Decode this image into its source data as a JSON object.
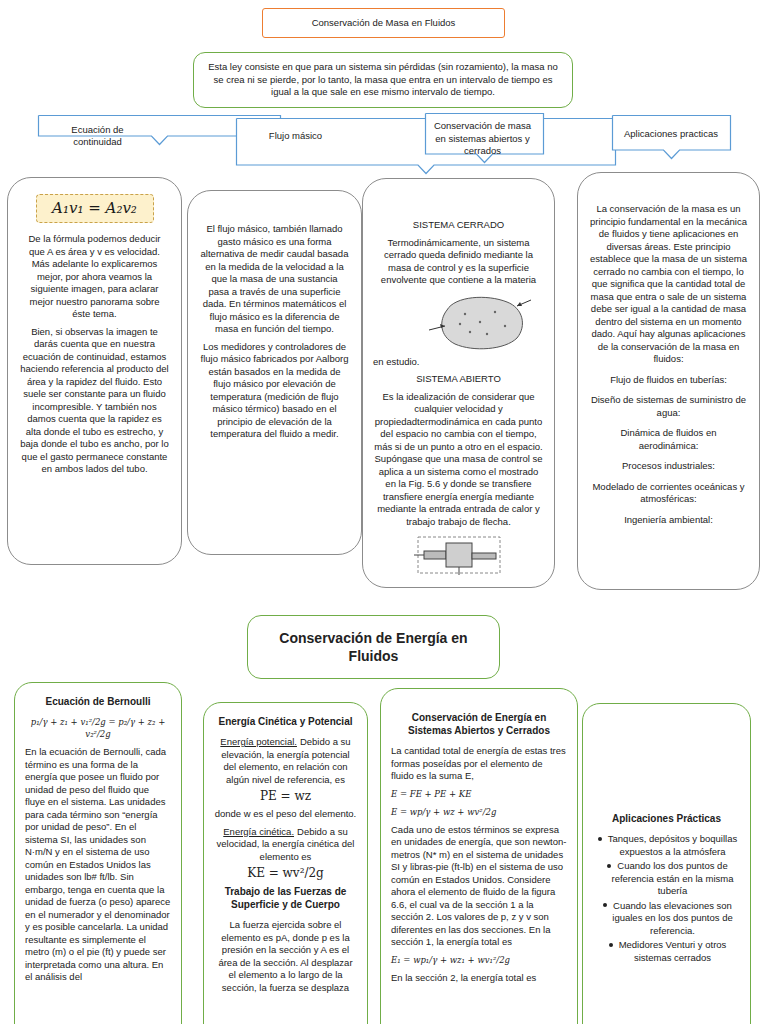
{
  "diagram": {
    "nodes": [
      {
        "text": [
          "Conservación de Masa en Fluidos"
        ]
      },
      {
        "text": [
          "Esta ley consiste en que para un sistema sin pérdidas (sin rozamiento), la masa no se crea ni se pierde, por lo tanto, la masa que entra en un intervalo de tiempo es igual a la que sale en ese mismo intervalo de tiempo."
        ]
      },
      {
        "text": [
          "Ecuación de continuidad"
        ]
      },
      {
        "text": [
          "Flujo másico"
        ]
      },
      {
        "text": [
          "Conservación de masa en sistemas abiertos y cerrados"
        ]
      },
      {
        "text": [
          "Aplicaciones practicas"
        ]
      },
      {
        "text": [
          "De la fórmula podemos deducir que A es área y v es velocidad. Más adelante lo explicaremos mejor, por ahora veamos la siguiente imagen, para aclarar mejor nuestro panorama sobre éste tema.",
          "Bien, si observas la imagen te darás cuenta que en nuestra ecuación de continuidad, estamos haciendo referencia al producto del área y la rapidez del fluido. Esto suele ser constante para un fluido incompresible. Y también nos damos cuenta que la rapidez es alta donde el tubo es estrecho, y baja donde el tubo es ancho, por lo que el gasto permanece constante en ambos lados del tubo."
        ]
      },
      {
        "text": [
          "A₁v₁ = A₂v₂"
        ],
        "in": 6
      },
      {
        "text": [
          "El flujo másico, también llamado gasto másico es una forma alternativa de medir caudal basada en la medida de la velocidad a la que la masa de una sustancia pasa a través de una superficie dada. En términos matemáticos el flujo másico es la diferencia de masa en función del tiempo.",
          "Los medidores y controladores de flujo másico fabricados por Aalborg están basados en la medida de flujo másico por elevación de temperatura (medición de flujo másico térmico) basado en el principio de elevación de la temperatura del fluido a medir."
        ]
      },
      {
        "text": [
          "SISTEMA CERRADO",
          "Termodinámicamente, un sistema cerrado queda definido mediante la masa de control y es la superficie envolvente que contiene a la materia",
          "en estudio.",
          "SISTEMA ABIERTO",
          "Es la idealización de considerar que cualquier velocidad y propiedadtermodinámica en cada punto del espacio no cambia con el tiempo, más si de un punto a otro en el espacio. Supóngase que una masa de control se aplica a un sistema como el mostrado en la Fig. 5.6 y donde se transfiere transfiere energía energía mediante mediante la entrada entrada de calor y trabajo trabajo de flecha."
        ]
      },
      {
        "text": [
          "La conservación de la masa es un principio fundamental en la mecánica de fluidos y tiene aplicaciones en diversas áreas. Este principio establece que la masa de un sistema cerrado no cambia con el tiempo, lo que significa que la cantidad total de masa que entra o sale de un sistema debe ser igual a la cantidad de masa dentro del sistema en un momento dado. Aquí hay algunas aplicaciones de la conservación de la masa en fluidos:",
          "Flujo de fluidos en tuberías:",
          "Diseño de sistemas de suministro de agua:",
          "Dinámica de fluidos en aerodinámica:",
          "Procesos industriales:",
          "Modelado de corrientes oceánicas y atmosféricas:",
          "Ingeniería ambiental:"
        ]
      },
      {
        "text": [
          "Conservación de Energía en Fluidos"
        ]
      },
      {
        "text": [
          "Ecuación de Bernoulli",
          "p₁/γ + z₁ + v₁²/2g = p₂/γ + z₂ + v₂²/2g",
          "En la ecuación de Bernoulli, cada término es una forma de la energía que posee un fluido por unidad de peso del fluido que fluye en el sistema. Las unidades para cada término son “energía por unidad de peso”. En el sistema SI, las unidades son N·m/N y en el sistema de uso común en Estados Unidos las unidades son lb# ft/lb. Sin embargo, tenga en cuenta que la unidad de fuerza (o peso) aparece en el numerador y el denominador y es posible cancelarla. La unidad resultante es simplemente el metro (m) o el pie (ft) y puede ser interpretada como una altura. En el análisis del"
        ]
      },
      {
        "text": [
          "Energía Cinética y Potencial",
          "Energía potencial.",
          "Debido a su elevación, la energía potencial del elemento, en relación con algún nivel de referencia, es",
          "PE = wz",
          "donde w es el peso del elemento.",
          "Energía cinética.",
          "Debido a su velocidad, la energía cinética del elemento es",
          "KE = wv²/2g",
          "Trabajo de las Fuerzas de Superficie y de Cuerpo",
          "La fuerza ejercida sobre el elemento es pA, donde p es la presión en la sección y A es el área de la sección. Al desplazar el elemento a lo largo de la sección, la fuerza se desplaza"
        ]
      },
      {
        "text": [
          "Conservación de Energía en Sistemas Abiertos y Cerrados",
          "La cantidad total de energía de estas tres formas poseídas por el elemento de fluido es la suma E,",
          "E = FE + PE + KE",
          "E = wp/γ + wz + wv²/2g",
          "Cada uno de estos términos se expresa en unidades de energía, que son newton-metros (N* m) en el sistema de unidades SI y libras-pie (ft-lb) en el sistema de uso común en Estados Unidos. Considere ahora el elemento de fluido de la figura 6.6, el cual va de la sección 1 a la sección 2. Los valores de p, z y v son diferentes en las dos secciones. En la sección 1, la energía total es",
          "E₁ = wp₁/γ + wz₁ + wv₁²/2g",
          "En la sección 2, la energía total es"
        ]
      },
      {
        "text": [
          "Aplicaciones Prácticas",
          "Tanques, depósitos y boquillas expuestos a la atmósfera",
          "Cuando los dos puntos de referencia están en la misma tubería",
          "Cuando las elevaciones son iguales en los dos puntos de referencia.",
          "Medidores Venturi y otros sistemas cerrados"
        ]
      }
    ]
  }
}
